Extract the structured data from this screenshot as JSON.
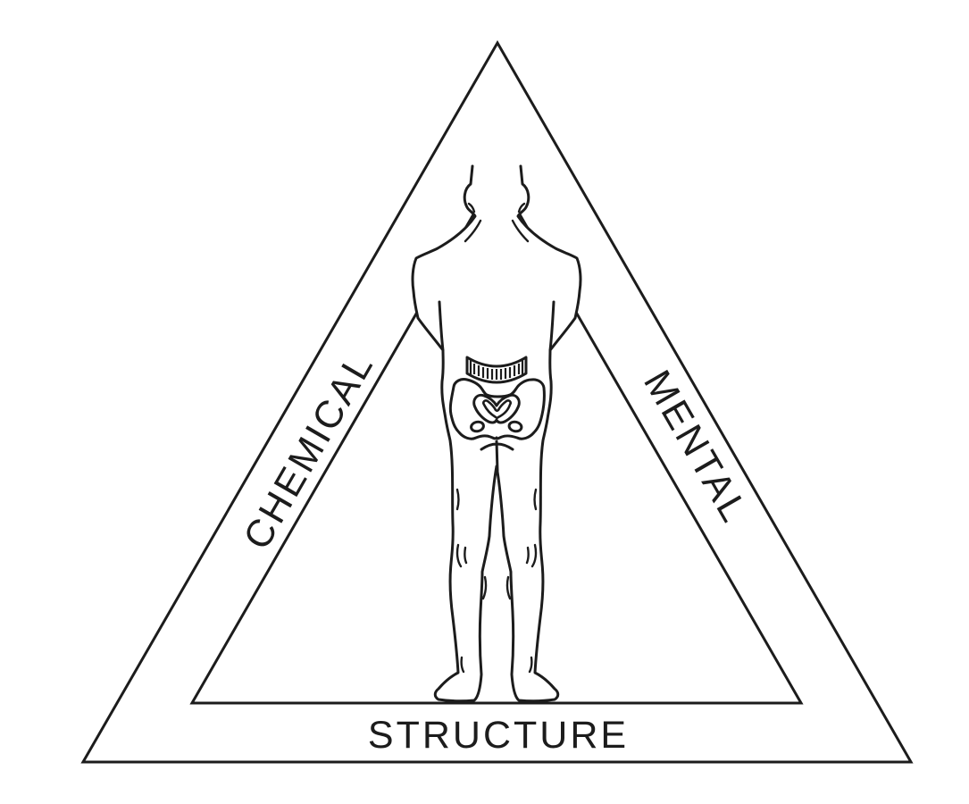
{
  "canvas": {
    "background": "#ffffff",
    "line_color": "#1c1c1c"
  },
  "diagram": {
    "type": "triad-triangle",
    "labels": {
      "left_side": "CHEMICAL",
      "right_side": "MENTAL",
      "bottom_side": "STRUCTURE"
    },
    "center_icon": "human-body-back-view-icon"
  }
}
